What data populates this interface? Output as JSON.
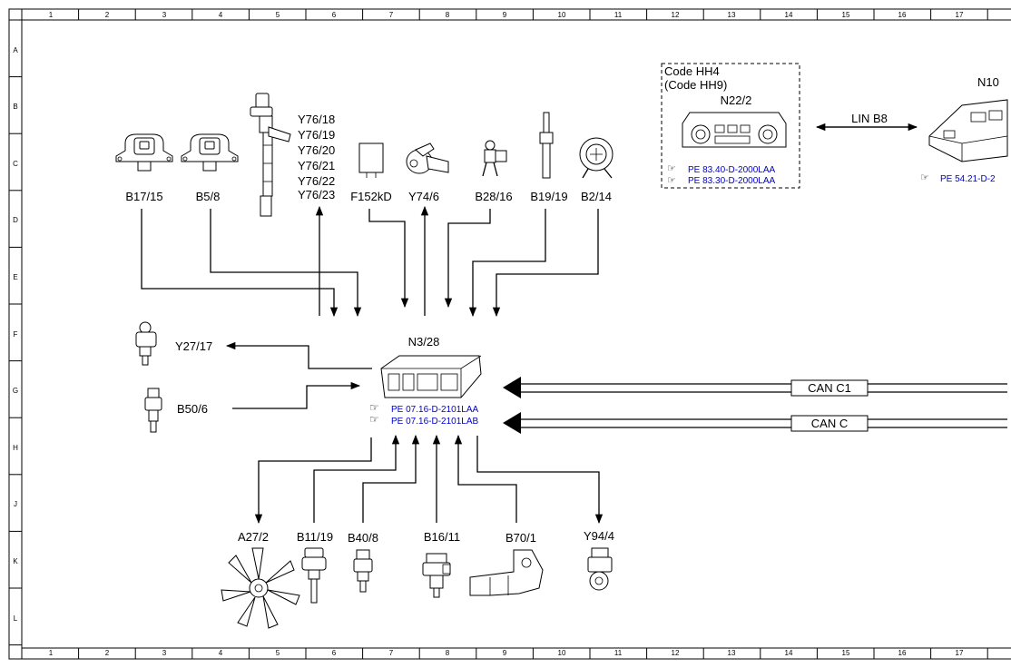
{
  "frame": {
    "columns": [
      "1",
      "2",
      "3",
      "4",
      "5",
      "6",
      "7",
      "8",
      "9",
      "10",
      "11",
      "12",
      "13",
      "14",
      "15",
      "16",
      "17"
    ],
    "rows": [
      "A",
      "B",
      "C",
      "D",
      "E",
      "F",
      "G",
      "H",
      "J",
      "K",
      "L"
    ]
  },
  "components": {
    "B17_15": "B17/15",
    "B5_8": "B5/8",
    "Y76_lines": [
      "Y76/18",
      "Y76/19",
      "Y76/20",
      "Y76/21",
      "Y76/22",
      "Y76/23"
    ],
    "F152kD": "F152kD",
    "Y74_6": "Y74/6",
    "B28_16": "B28/16",
    "B19_19": "B19/19",
    "B2_14": "B2/14",
    "N3_28": "N3/28",
    "Y27_17": "Y27/17",
    "B50_6": "B50/6",
    "A27_2": "A27/2",
    "B11_19": "B11/19",
    "B40_8": "B40/8",
    "B16_11": "B16/11",
    "B70_1": "B70/1",
    "Y94_4": "Y94/4",
    "N22_2": "N22/2",
    "N10": "N10"
  },
  "code_box": {
    "code": "Code HH4",
    "code_alt": "(Code HH9)"
  },
  "refs": {
    "n3_28": [
      "PE 07.16-D-2101LAA",
      "PE 07.16-D-2101LAB"
    ],
    "n22_2": [
      "PE 83.40-D-2000LAA",
      "PE 83.30-D-2000LAA"
    ],
    "n10": [
      "PE 54.21-D-2"
    ]
  },
  "buses": {
    "can_c1": "CAN C1",
    "can_c": "CAN C",
    "lin_b8": "LIN B8"
  },
  "ref_symbol": "☞"
}
